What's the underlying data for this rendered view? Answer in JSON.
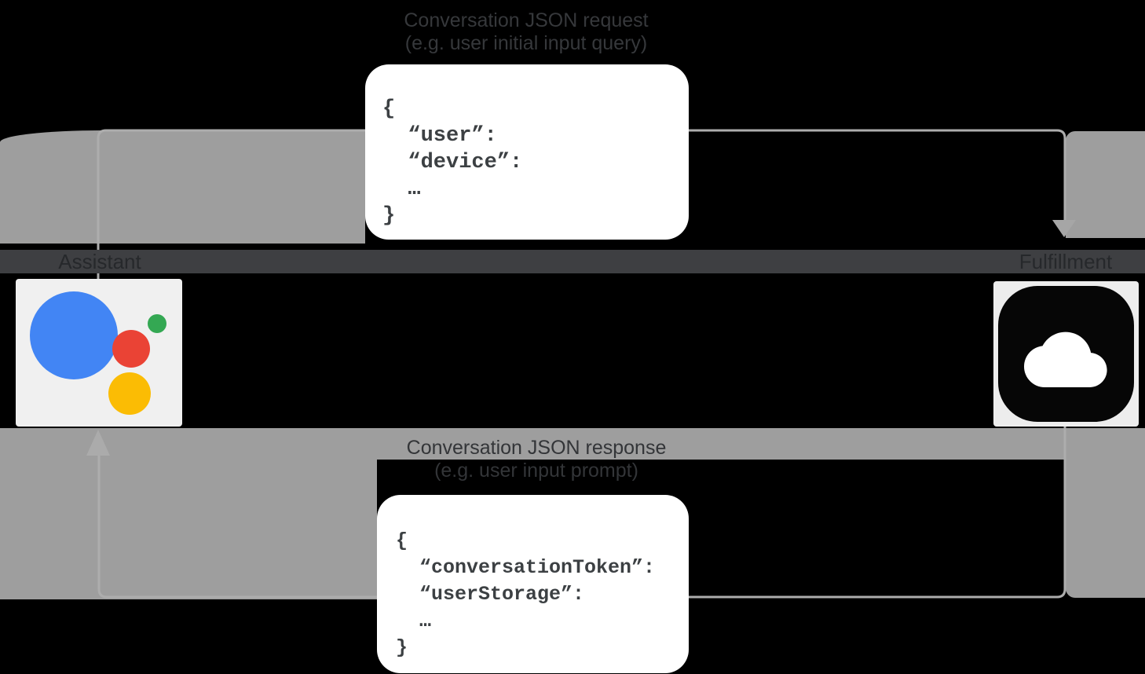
{
  "diagram": {
    "request": {
      "title_line1": "Conversation JSON request",
      "title_line2": "(e.g. user initial input query)",
      "code": "{\n  “user”:\n  “device”:\n  …\n}"
    },
    "response": {
      "title_line1": "Conversation JSON response",
      "title_line2": "(e.g. user input prompt)",
      "code": "{\n  “conversationToken”:\n  “userStorage”:\n  …\n}"
    },
    "nodes": {
      "assistant_label": "Assistant",
      "fulfillment_label": "Fulfillment"
    },
    "icons": {
      "assistant": "google-assistant-logo",
      "fulfillment": "cloud-icon"
    },
    "colors": {
      "background": "#000000",
      "lane_gray": "#9E9E9E",
      "arrow_line": "#ADADAD",
      "label_band": "#3E3F42",
      "code_text": "#3C4043",
      "assistant_blue": "#4285F4",
      "assistant_red": "#EA4335",
      "assistant_green": "#34A853",
      "assistant_yellow": "#FBBC04"
    }
  }
}
